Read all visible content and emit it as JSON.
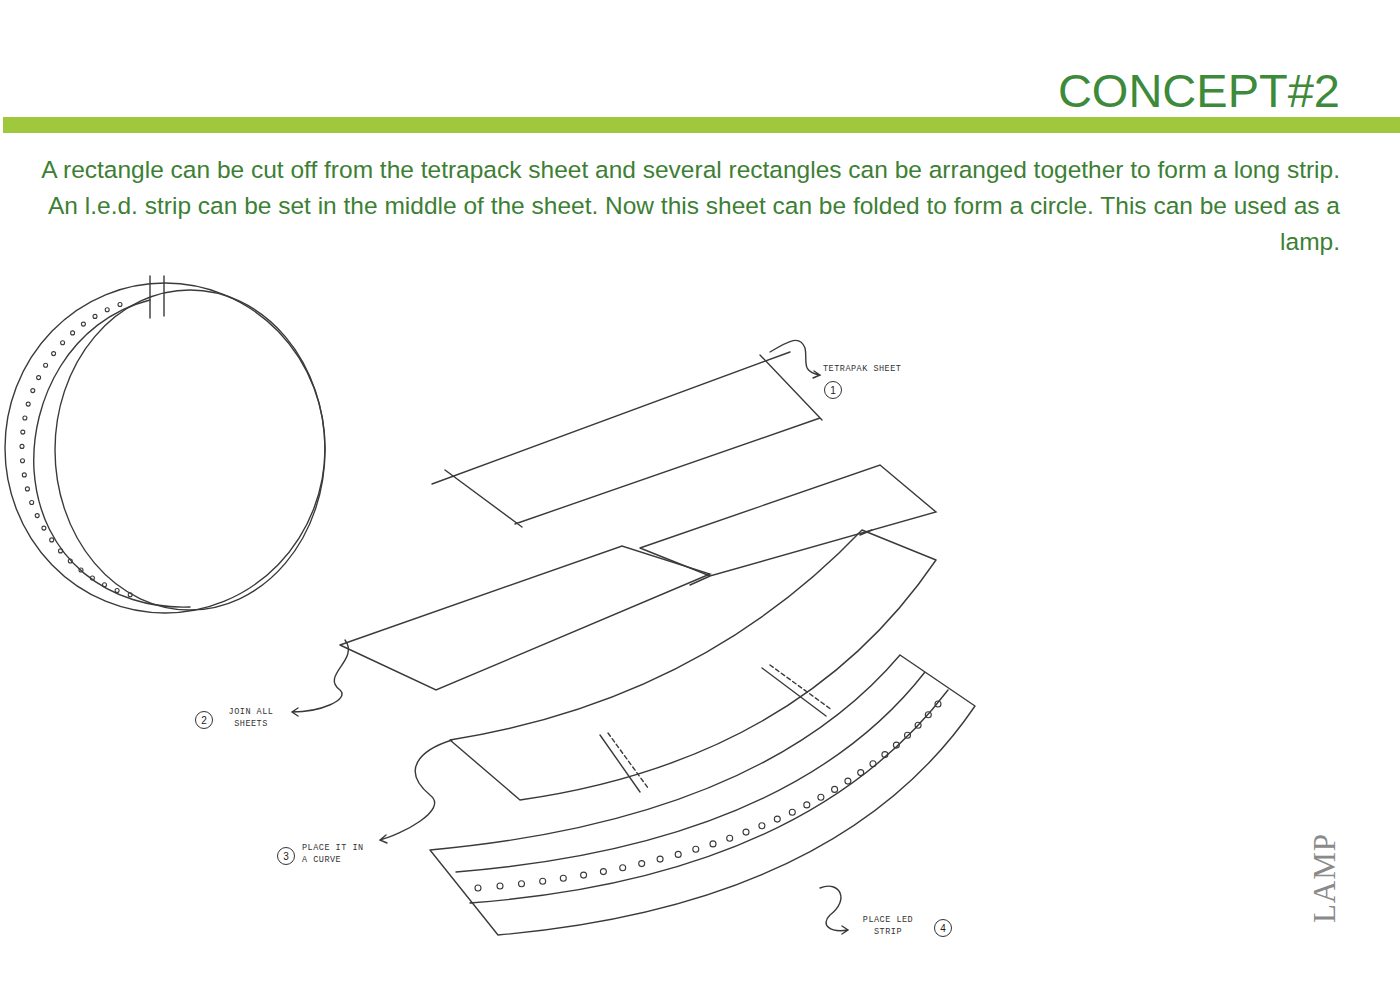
{
  "diagram": {
    "title": "CONCEPT#2",
    "nodes": [
      {
        "text": [
          "1"
        ]
      },
      {
        "text": [
          "2"
        ]
      },
      {
        "text": [
          "3"
        ]
      },
      {
        "text": [
          "4"
        ]
      }
    ],
    "labels": [
      "A rectangle can be cut off from the tetrapack sheet and several rectangles can be arranged together to form a long strip. An l.e.d. strip can be set in the middle of the sheet. Now this sheet can be folded to form a circle. This can be used as a lamp.",
      "TETRAPAK SHEET",
      "JOIN ALL SHEETS",
      "PLACE IT IN A CURVE",
      "PLACE LED STRIP",
      "LAMP"
    ]
  }
}
